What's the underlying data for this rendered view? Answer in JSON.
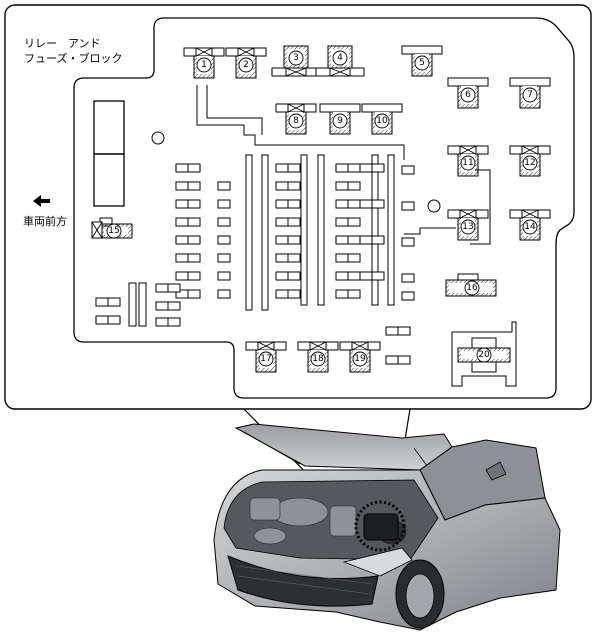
{
  "panel": {
    "title_line1": "リレー　アンド",
    "title_line2": "フューズ・ブロック",
    "direction_label": "車両前方"
  },
  "relays": [
    {
      "id": "1",
      "label": "1",
      "type": "x-top"
    },
    {
      "id": "2",
      "label": "2",
      "type": "x-top"
    },
    {
      "id": "3",
      "label": "3",
      "type": "x-bottom"
    },
    {
      "id": "4",
      "label": "4",
      "type": "x-bottom"
    },
    {
      "id": "5",
      "label": "5",
      "type": "plain"
    },
    {
      "id": "6",
      "label": "6",
      "type": "plain"
    },
    {
      "id": "7",
      "label": "7",
      "type": "plain"
    },
    {
      "id": "8",
      "label": "8",
      "type": "x-top"
    },
    {
      "id": "9",
      "label": "9",
      "type": "plain"
    },
    {
      "id": "10",
      "label": "10",
      "type": "plain"
    },
    {
      "id": "11",
      "label": "11",
      "type": "x-top"
    },
    {
      "id": "12",
      "label": "12",
      "type": "x-top"
    },
    {
      "id": "13",
      "label": "13",
      "type": "x-top"
    },
    {
      "id": "14",
      "label": "14",
      "type": "x-top"
    },
    {
      "id": "15",
      "label": "15",
      "type": "x-left"
    },
    {
      "id": "16",
      "label": "16",
      "type": "wide"
    },
    {
      "id": "17",
      "label": "17",
      "type": "x-top"
    },
    {
      "id": "18",
      "label": "18",
      "type": "x-top"
    },
    {
      "id": "19",
      "label": "19",
      "type": "x-top"
    },
    {
      "id": "20",
      "label": "20",
      "type": "big"
    }
  ],
  "colors": {
    "line": "#000000",
    "car_body": "#b5b7ba",
    "car_dark": "#3a3c40",
    "highlight_circle": "#000000"
  }
}
